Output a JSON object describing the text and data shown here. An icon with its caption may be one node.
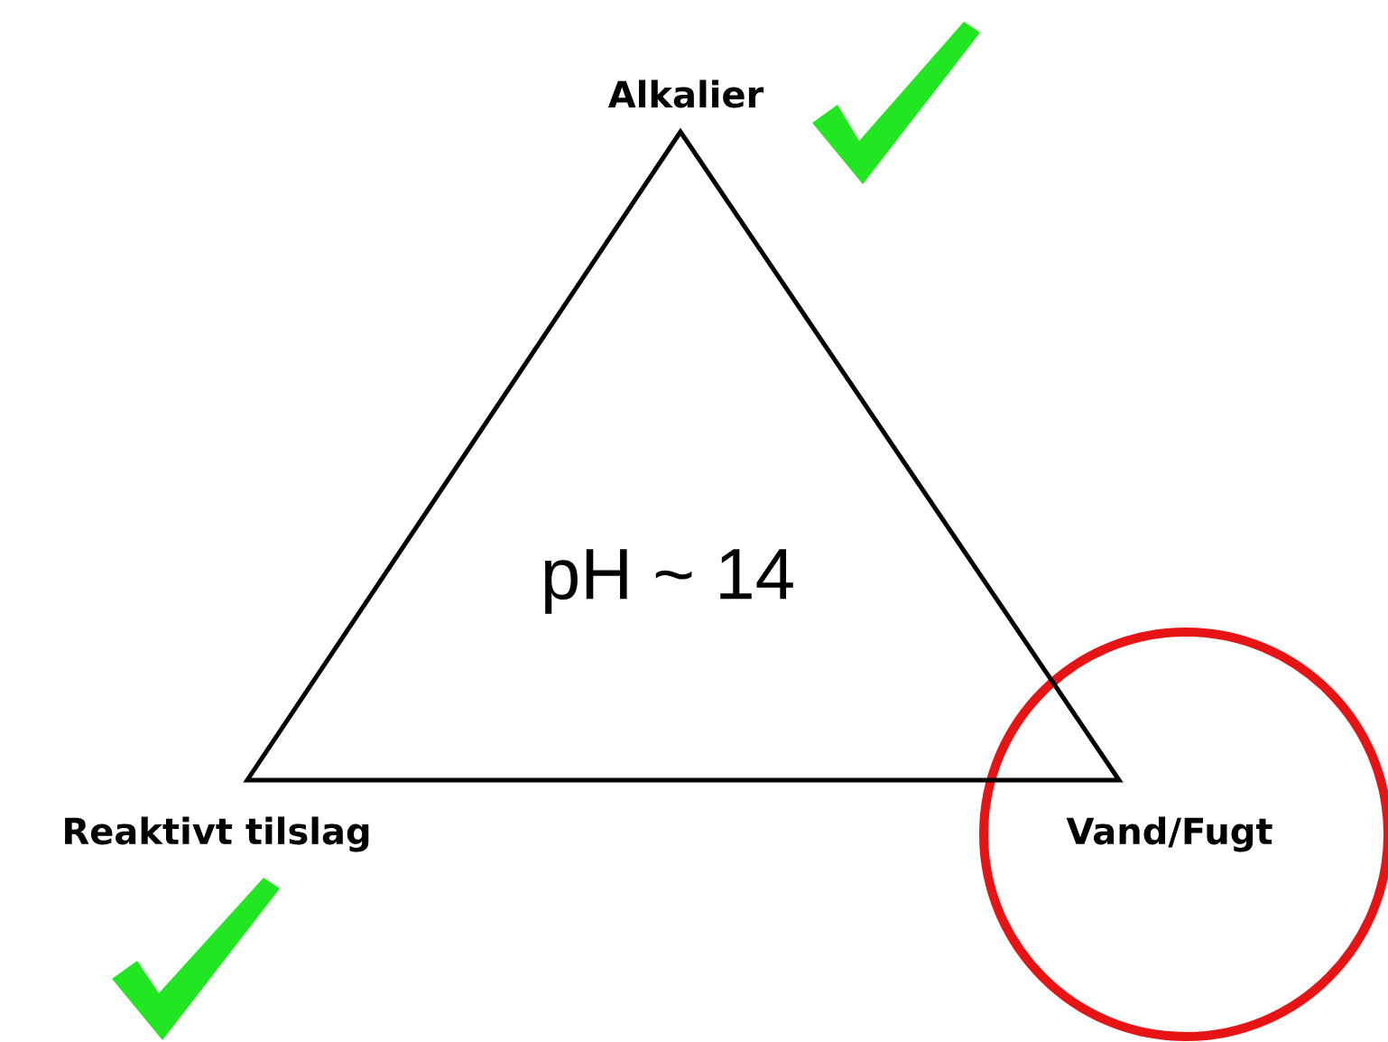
{
  "diagram": {
    "nodes": [
      {
        "text": [
          "pH ~ 14"
        ]
      }
    ],
    "labels": [
      "Alkalier",
      "Reaktivt tilslag",
      "Vand/Fugt"
    ]
  }
}
